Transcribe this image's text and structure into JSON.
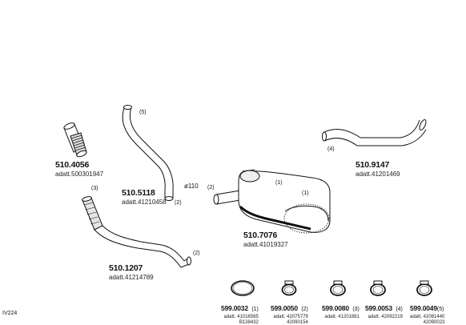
{
  "diagram_code": "IV224",
  "parts": {
    "p4056": {
      "code": "510.4056",
      "adapt": "adatt.500301947"
    },
    "p5118": {
      "code": "510.5118",
      "adapt": "adatt.41210458",
      "callout_top": "(5)",
      "callout_bottom": "(2)",
      "diameter": "ø110"
    },
    "p1207": {
      "code": "510.1207",
      "adapt": "adatt.41214789",
      "callout_top": "(3)",
      "callout_right": "(2)"
    },
    "p7076": {
      "code": "510.7076",
      "adapt": "adatt.41019327",
      "callout_left": "(2)",
      "callout_a": "(1)",
      "callout_b": "(1)"
    },
    "p9147": {
      "code": "510.9147",
      "adapt": "adatt.41201469",
      "callout_left": "(4)"
    }
  },
  "clamps": [
    {
      "code": "599.0032",
      "qty": "(1)",
      "adapt1": "adatt. 41016565",
      "adapt2": "B138432"
    },
    {
      "code": "599.0050",
      "qty": "(2)",
      "adapt1": "adatt. 42075779",
      "adapt2": "42090154"
    },
    {
      "code": "599.0080",
      "qty": "(3)",
      "adapt1": "adatt. 41201881",
      "adapt2": ""
    },
    {
      "code": "599.0053",
      "qty": "(4)",
      "adapt1": "adatt. 42092219",
      "adapt2": ""
    },
    {
      "code": "599.0049",
      "qty": "(5)",
      "adapt1": "adatt. 42081440",
      "adapt2": "42090023"
    }
  ]
}
